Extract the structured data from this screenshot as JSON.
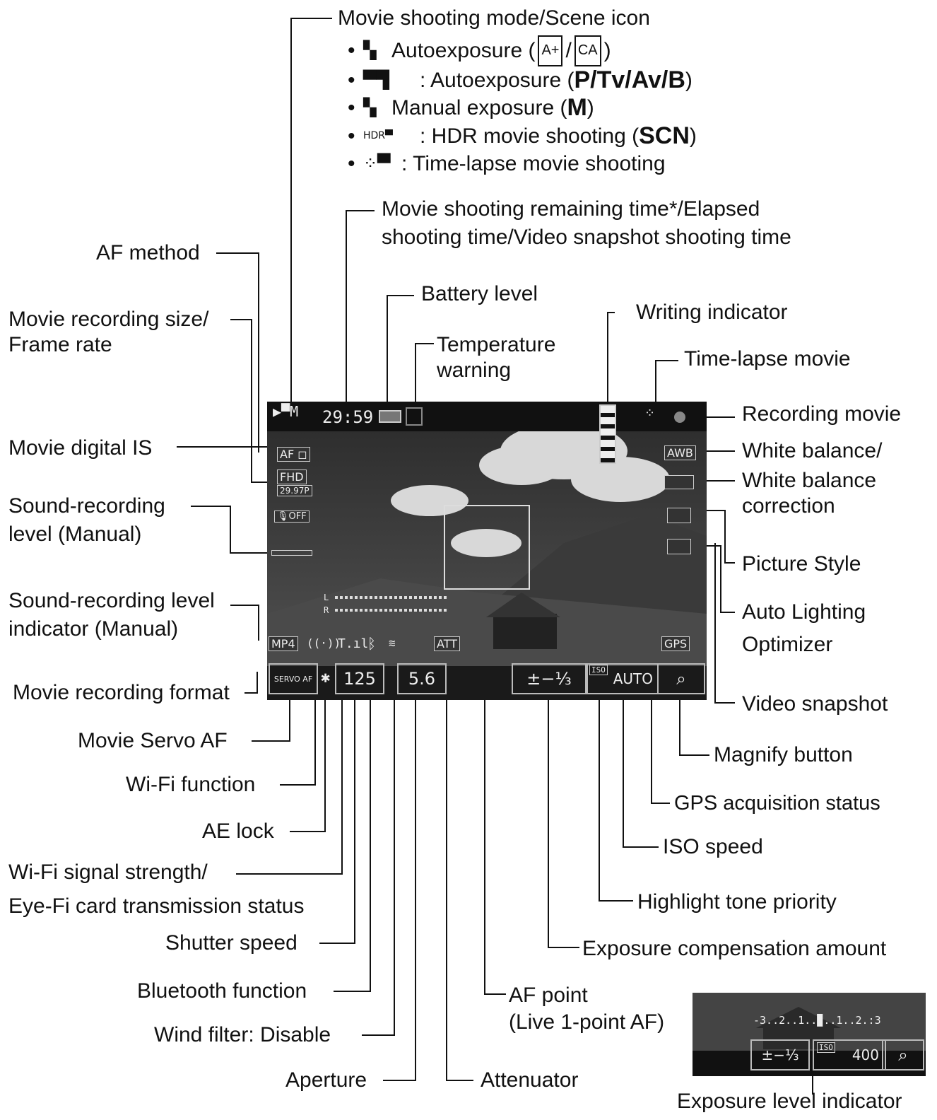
{
  "labels": {
    "movie_mode": "Movie shooting mode/Scene icon",
    "auto_exp_1": "Autoexposure (",
    "auto_exp_1_close": ")",
    "auto_exp_2": ": Autoexposure (",
    "auto_exp_2_modes": "P/Tv/Av/B",
    "auto_exp_2_close": ")",
    "manual_exp": "Manual exposure (",
    "manual_exp_mode": "M",
    "manual_exp_close": ")",
    "hdr": ": HDR movie shooting (",
    "hdr_mode": "SCN",
    "hdr_close": ")",
    "timelapse_shoot": ": Time-lapse movie shooting",
    "remaining_1": "Movie shooting remaining time*/Elapsed",
    "remaining_2": "shooting time/Video snapshot shooting time",
    "af_method": "AF method",
    "battery": "Battery level",
    "writing": "Writing indicator",
    "rec_size_1": "Movie recording size/",
    "rec_size_2": "Frame rate",
    "temp_1": "Temperature",
    "temp_2": "warning",
    "timelapse_movie": "Time-lapse movie",
    "recording_movie": "Recording movie",
    "wb_1": "White balance/",
    "wb_2": "White balance",
    "wb_3": "correction",
    "digital_is": "Movie digital IS",
    "sound_level_1": "Sound-recording",
    "sound_level_2": "level (Manual)",
    "picture_style": "Picture Style",
    "alo_1": "Auto Lighting",
    "alo_2": "Optimizer",
    "sound_ind_1": "Sound-recording level",
    "sound_ind_2": "indicator (Manual)",
    "rec_format": "Movie recording format",
    "video_snapshot": "Video snapshot",
    "servo_af": "Movie Servo AF",
    "magnify": "Magnify button",
    "wifi_func": "Wi-Fi function",
    "gps_status": "GPS acquisition status",
    "ae_lock": "AE lock",
    "iso_speed": "ISO speed",
    "wifi_sig_1": "Wi-Fi signal strength/",
    "wifi_sig_2": "Eye-Fi card transmission status",
    "htp": "Highlight tone priority",
    "shutter": "Shutter speed",
    "exp_comp": "Exposure compensation amount",
    "bluetooth": "Bluetooth function",
    "af_point_1": "AF point",
    "af_point_2": "(Live 1-point AF)",
    "wind": "Wind filter: Disable",
    "aperture": "Aperture",
    "attenuator": "Attenuator",
    "exp_level": "Exposure level indicator"
  },
  "screen": {
    "mode_icon": "▶▀M",
    "time": "29:59",
    "af_method": "AF ◻",
    "rec_size": "FHD",
    "frame_rate": "29.97P",
    "mic": "🎙OFF",
    "meter_l": "L",
    "meter_r": "R",
    "awb": "AWB",
    "format": "MP4",
    "wifi": "((·))",
    "signal": "T.ıl",
    "bt": "ᛒ",
    "att": "ATT",
    "gps": "GPS",
    "servo": "SERVO AF",
    "ae_lock": "✱",
    "shutter": "125",
    "aperture": "5.6",
    "exp_comp": "±−⅓",
    "iso": "AUTO",
    "iso_tag": "ISO",
    "magnify": "⌕"
  },
  "inset": {
    "scale": "-3..2..1..▉..1..2.:3",
    "exp_comp": "±−⅓",
    "iso_tag": "ISO",
    "iso": "400",
    "magnify": "⌕"
  },
  "icons": {
    "mode": "movie-camera-icon",
    "battery": "battery-icon",
    "temp": "thermometer-icon",
    "timelapse": "timelapse-icon",
    "rec": "record-dot-icon",
    "magnify": "magnify-icon"
  }
}
